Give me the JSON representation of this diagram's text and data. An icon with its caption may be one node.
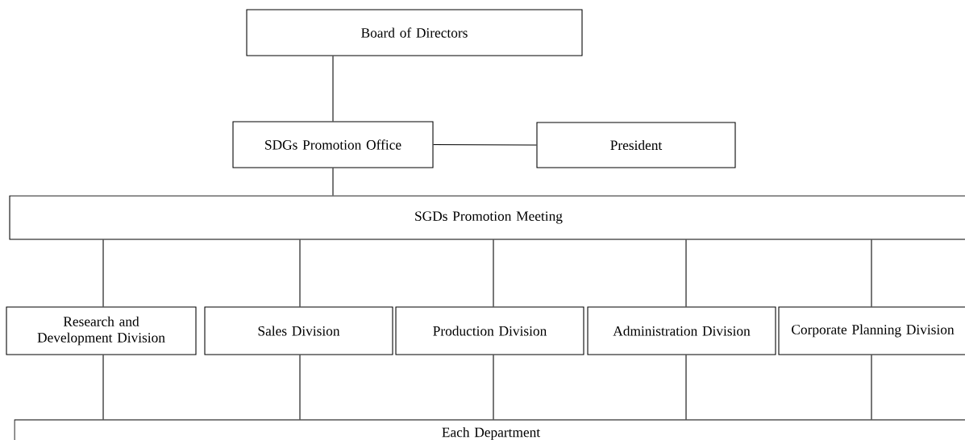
{
  "diagram": {
    "nodes": [
      {
        "text": [
          "Board of Directors"
        ]
      },
      {
        "text": [
          "SDGs Promotion Office"
        ]
      },
      {
        "text": [
          "President"
        ]
      },
      {
        "text": [
          "SGDs Promotion Meeting"
        ]
      },
      {
        "text": [
          "Research and Development Division"
        ]
      },
      {
        "text": [
          "Sales Division"
        ]
      },
      {
        "text": [
          "Production Division"
        ]
      },
      {
        "text": [
          "Administration Division"
        ]
      },
      {
        "text": [
          "Corporate Planning Division"
        ]
      },
      {
        "text": [
          "Each Department"
        ]
      }
    ],
    "edges": [
      {
        "from": 0,
        "to": 1,
        "arrow": "none"
      },
      {
        "from": 1,
        "to": 2,
        "arrow": "none"
      },
      {
        "from": 1,
        "to": 3,
        "arrow": "none"
      },
      {
        "from": 3,
        "to": 4,
        "arrow": "none"
      },
      {
        "from": 3,
        "to": 5,
        "arrow": "none"
      },
      {
        "from": 3,
        "to": 6,
        "arrow": "none"
      },
      {
        "from": 3,
        "to": 7,
        "arrow": "none"
      },
      {
        "from": 3,
        "to": 8,
        "arrow": "none"
      },
      {
        "from": 4,
        "to": 9,
        "arrow": "none"
      },
      {
        "from": 5,
        "to": 9,
        "arrow": "none"
      },
      {
        "from": 6,
        "to": 9,
        "arrow": "none"
      },
      {
        "from": 7,
        "to": 9,
        "arrow": "none"
      },
      {
        "from": 8,
        "to": 9,
        "arrow": "none"
      }
    ]
  }
}
